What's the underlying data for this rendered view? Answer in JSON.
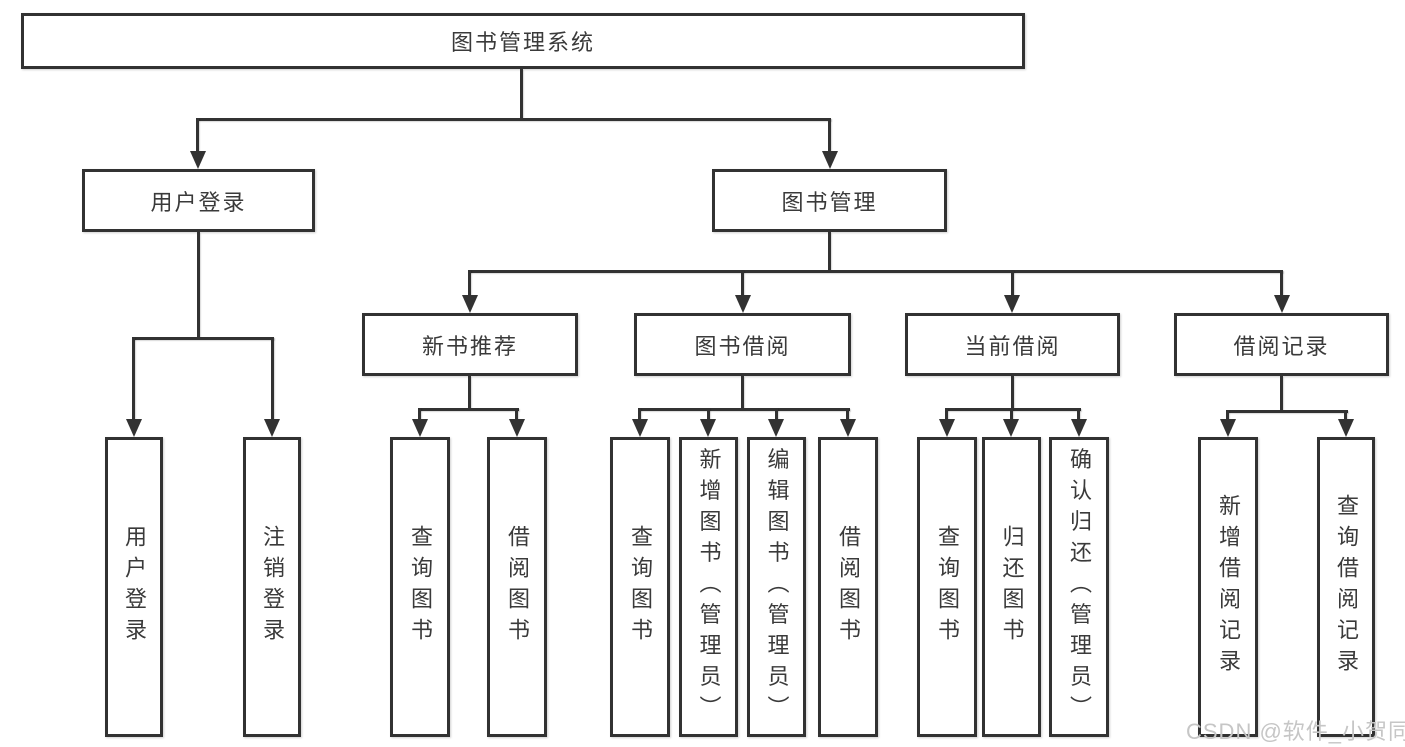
{
  "diagram": {
    "root": {
      "label": "图书管理系统"
    },
    "branches": [
      {
        "label": "用户登录",
        "leaves": [
          {
            "label": "用户登录"
          },
          {
            "label": "注销登录"
          }
        ]
      },
      {
        "label": "图书管理",
        "sections": [
          {
            "label": "新书推荐",
            "leaves": [
              {
                "label": "查询图书"
              },
              {
                "label": "借阅图书"
              }
            ]
          },
          {
            "label": "图书借阅",
            "leaves": [
              {
                "label": "查询图书"
              },
              {
                "label": "新增图书（管理员）"
              },
              {
                "label": "编辑图书（管理员）"
              },
              {
                "label": "借阅图书"
              }
            ]
          },
          {
            "label": "当前借阅",
            "leaves": [
              {
                "label": "查询图书"
              },
              {
                "label": "归还图书"
              },
              {
                "label": "确认归还（管理员）"
              }
            ]
          },
          {
            "label": "借阅记录",
            "leaves": [
              {
                "label": "新增借阅记录"
              },
              {
                "label": "查询借阅记录"
              }
            ]
          }
        ]
      }
    ]
  },
  "watermark": {
    "text": "CSDN @软件_小贺同学"
  },
  "colors": {
    "line": "#323232",
    "text": "#3a3a3a",
    "background": "#ffffff",
    "watermark": "#c6c6c6"
  }
}
